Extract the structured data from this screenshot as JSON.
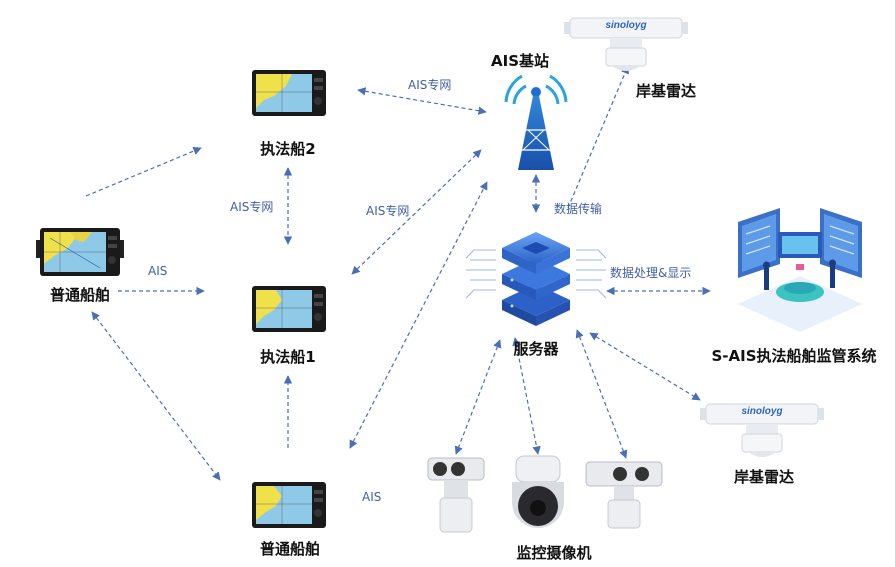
{
  "nodes": {
    "ais_base_station": "AIS基站",
    "enforcement_ship_2": "执法船2",
    "enforcement_ship_1": "执法船1",
    "ordinary_ship_left": "普通船舶",
    "ordinary_ship_bottom": "普通船舶",
    "server": "服务器",
    "shore_radar_top": "岸基雷达",
    "shore_radar_right": "岸基雷达",
    "monitoring_system": "S-AIS执法船舶监管系统",
    "cameras": "监控摄像机"
  },
  "edges": {
    "ais_net_top": "AIS专网",
    "ais_net_middle": "AIS专网",
    "ais_net_left": "AIS专网",
    "ais_left": "AIS",
    "ais_bottom": "AIS",
    "data_transfer": "数据传输",
    "data_processing": "数据处理&显示"
  },
  "radar_brand": "sinoloyg",
  "colors": {
    "arrow": "#4a6fb5",
    "screen_blue": "#8ec9e8",
    "screen_yellow": "#f0e04a",
    "server_blue": "#3e7be0"
  }
}
